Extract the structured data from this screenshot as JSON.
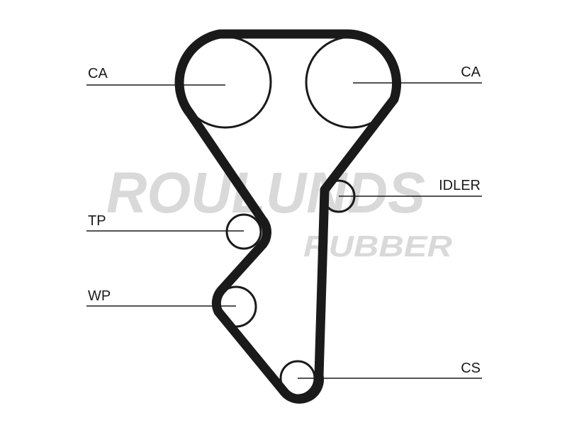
{
  "watermark": {
    "brand": "ROULUNDS",
    "sub": "RUBBER",
    "color": "#d9d9d9"
  },
  "labels": {
    "ca_left": "CA",
    "ca_right": "CA",
    "idler": "IDLER",
    "tp": "TP",
    "wp": "WP",
    "cs": "CS"
  },
  "colors": {
    "belt": "#1a1a1a",
    "line": "#1a1a1a",
    "background": "#ffffff"
  }
}
